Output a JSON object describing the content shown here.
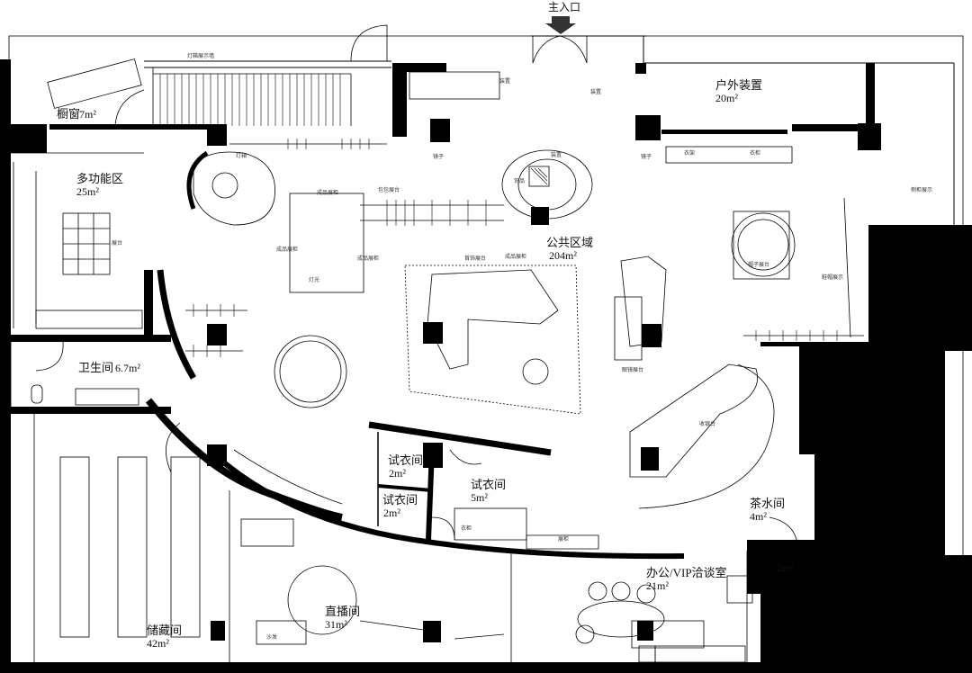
{
  "entrance": {
    "label": "主入口"
  },
  "rooms": {
    "window_display": {
      "name": "橱窗",
      "area": "7m²"
    },
    "multi_function": {
      "name": "多功能区",
      "area": "25m²"
    },
    "outdoor": {
      "name": "户外装置",
      "area": "20m²"
    },
    "public": {
      "name": "公共区域",
      "area": "204m²"
    },
    "restroom": {
      "name": "卫生间",
      "area": "6.7m²"
    },
    "fitting_1": {
      "name": "试衣间",
      "area": "2m²"
    },
    "fitting_2": {
      "name": "试衣间",
      "area": "2m²"
    },
    "fitting_3": {
      "name": "试衣间",
      "area": "5m²"
    },
    "tea_room": {
      "name": "茶水间",
      "area": "4m²"
    },
    "small_room": {
      "area": "2m²"
    },
    "storage": {
      "name": "储藏间",
      "area": "42m²"
    },
    "live_studio": {
      "name": "直播间",
      "area": "31m²"
    },
    "office_vip": {
      "name": "办公/VIP洽谈室",
      "area": "21m²"
    }
  },
  "fixtures": {
    "wall_display": "灯箱展示墙",
    "installation_a": "装置",
    "installation_b": "装置",
    "installation_c": "装置",
    "mirror_a": "镜子",
    "mirror_b": "镜子",
    "bag_display": "包包展台",
    "clothing_a": "成品展柜",
    "clothing_b": "成品展柜",
    "clothing_c": "成品展柜",
    "clothing_d": "成品展柜",
    "jewelry": "首饰展台",
    "shelf": "展台",
    "glasses": "眼镜展台",
    "cashier": "收银台",
    "hats": "帽子展台",
    "shoes": "鞋帽展示",
    "side_cabinet": "侧柜展示",
    "decor": "饰品",
    "lamp": "灯箱",
    "wardrobe": "衣柜",
    "fitting_cab": "衣柜",
    "hanger": "衣架",
    "sofa": "沙发",
    "small_display": "展柜",
    "light": "灯光"
  }
}
